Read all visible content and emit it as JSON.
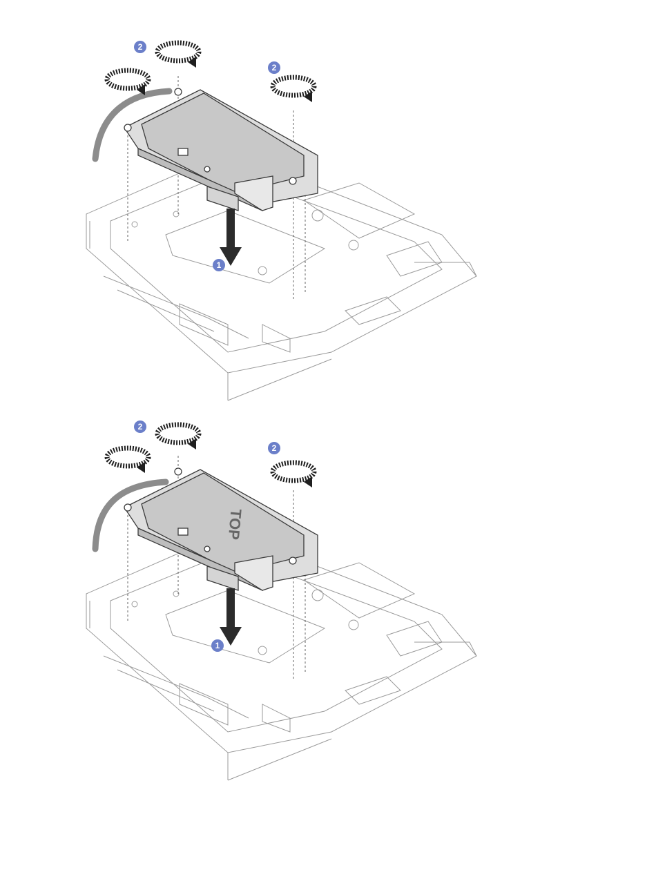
{
  "figures": [
    {
      "callouts": {
        "step1": "1",
        "step2a": "2",
        "step2b": "2"
      },
      "drive_label": ""
    },
    {
      "callouts": {
        "step1": "1",
        "step2a": "2",
        "step2b": "2"
      },
      "drive_label": "TOP"
    }
  ],
  "colors": {
    "line": "#9a9a9a",
    "line_dark": "#3a3a3a",
    "drive_fill": "#c8c8c8",
    "cage_fill": "#dedede",
    "cable": "#8c8c8c",
    "callout": "#6b7fc9",
    "arrow": "#2b2b2b"
  }
}
